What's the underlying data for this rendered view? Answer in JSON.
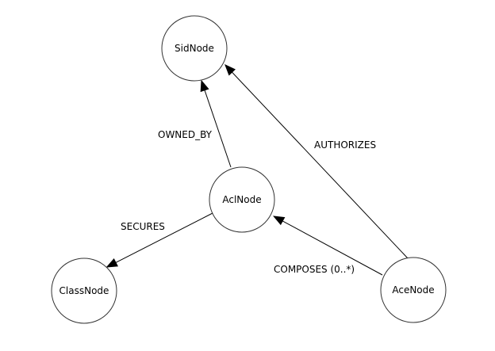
{
  "nodes": {
    "sid": "SidNode",
    "acl": "AclNode",
    "class": "ClassNode",
    "ace": "AceNode"
  },
  "edges": {
    "owned_by": "OWNED_BY",
    "authorizes": "AUTHORIZES",
    "secures": "SECURES",
    "composes": "COMPOSES (0..*)"
  }
}
